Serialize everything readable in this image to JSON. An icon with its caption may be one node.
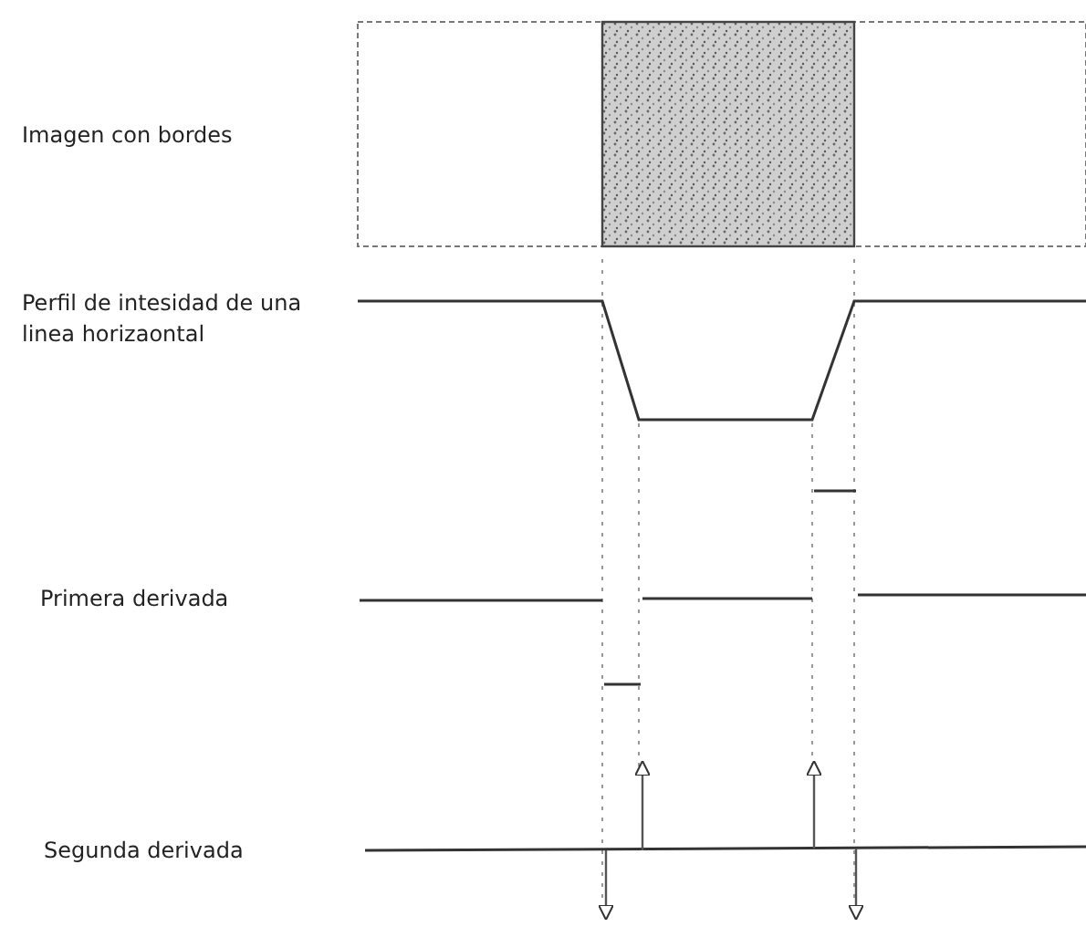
{
  "diagram": {
    "labels": [
      "Imagen con bordes",
      "Perfil de intesidad de una linea horizaontal",
      "Primera derivada",
      "Segunda derivada"
    ]
  }
}
